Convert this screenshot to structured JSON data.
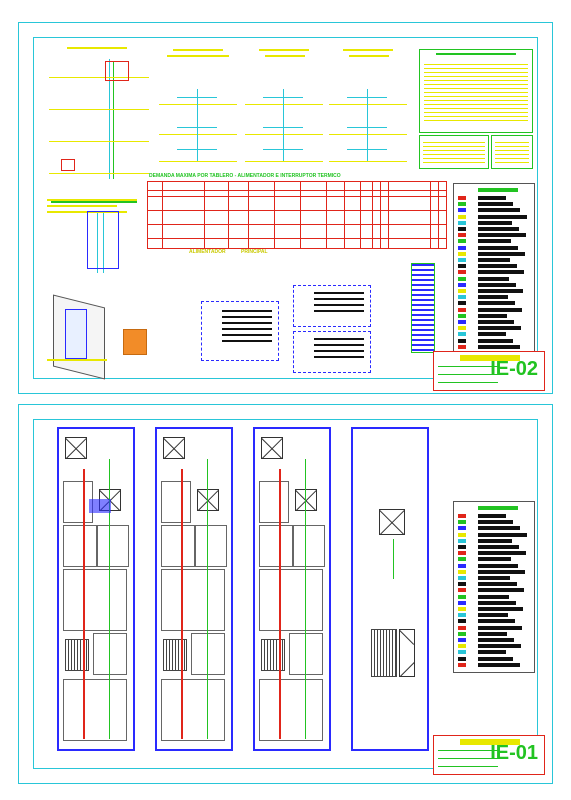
{
  "sheets": {
    "top_code": "IE-02",
    "bottom_code": "IE-01"
  },
  "diagram_texts": {
    "max_demand_title": "DEMANDA MAXIMA POR TABLERO - ALIMENTADOR E INTERRUPTOR TERMICO",
    "alimentador_label": "ALIMENTADOR",
    "principal_label": "PRINCIPAL"
  },
  "colors": {
    "frame": "#29c6d8",
    "title_block": "#e0251a",
    "text_yellow": "#e8e800",
    "wire_green": "#22c322",
    "wall_blue": "#2a2aff",
    "wire_red": "#e0251a"
  }
}
